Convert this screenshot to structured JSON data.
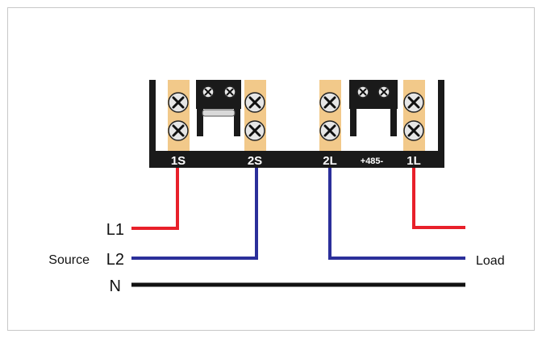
{
  "terminals": {
    "t1s": "1S",
    "t2s": "2S",
    "t2l": "2L",
    "t1l": "1L",
    "rs485": "+485-"
  },
  "source": {
    "label": "Source",
    "l1": "L1",
    "l2": "L2",
    "n": "N"
  },
  "load": {
    "label": "Load"
  },
  "colors": {
    "frame_border": "#c8c8c8",
    "meter_body": "#1a1a1a",
    "terminal_strip": "#f2c98a",
    "wire_l1": "#e8202a",
    "wire_l2": "#2b2f9a",
    "wire_n": "#111111"
  }
}
